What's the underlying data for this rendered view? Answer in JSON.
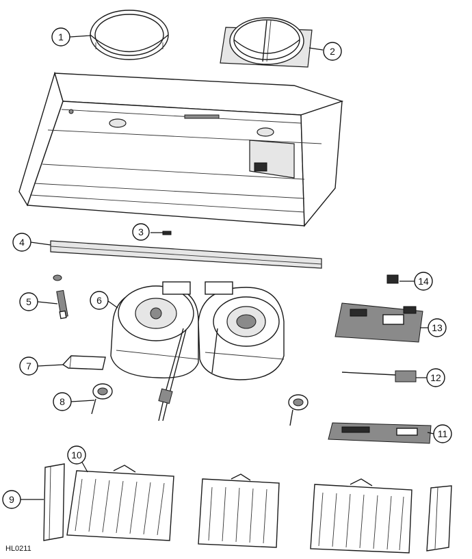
{
  "diagram": {
    "code": "HL0211",
    "callouts": [
      "1",
      "2",
      "3",
      "4",
      "5",
      "6",
      "7",
      "8",
      "9",
      "10",
      "11",
      "12",
      "13",
      "14"
    ]
  }
}
